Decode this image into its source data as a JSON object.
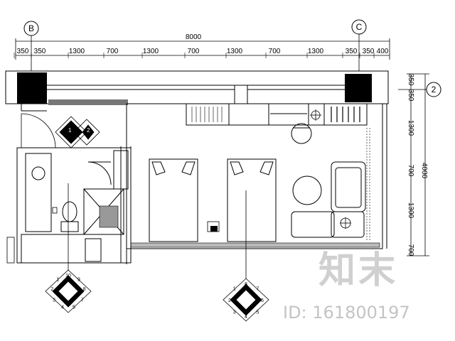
{
  "grid_axes": {
    "b": "B",
    "c": "C",
    "two": "2"
  },
  "top_dims": {
    "overall": "8000",
    "segments": [
      "350",
      "350",
      "1300",
      "700",
      "1300",
      "700",
      "1300",
      "700",
      "1300",
      "350",
      "350",
      "400"
    ]
  },
  "right_dims": {
    "overall": "4000",
    "segments": [
      "350",
      "350",
      "1300",
      "700",
      "1300",
      "700"
    ]
  },
  "section_markers": {
    "upper": [
      "1",
      "2"
    ],
    "bathroom": [
      "10",
      "9",
      "8",
      "7",
      "5",
      "4",
      "3",
      "2",
      "1"
    ],
    "room": [
      "8",
      "7",
      "6",
      "5",
      "4",
      "3",
      "2",
      "1"
    ]
  },
  "watermark": {
    "logo": "知末",
    "id": "ID: 161800197"
  }
}
